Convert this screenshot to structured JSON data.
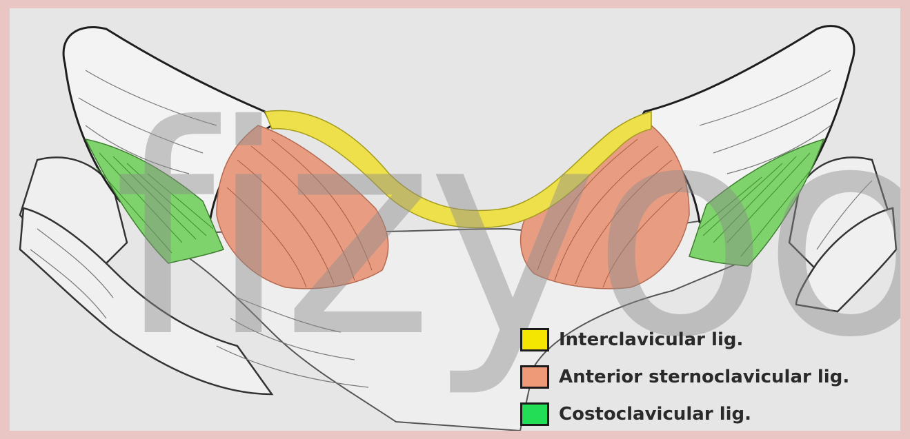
{
  "watermark": {
    "text": "fizyoo",
    "color": "#8c8c8c"
  },
  "colors": {
    "frame": "#e9c6c4",
    "background": "#e6e6e6",
    "bone": "#f1f1f1",
    "interclavicular": "#eee04a",
    "anterior_sternoclavicular": "#e89d82",
    "costoclavicular": "#7fd36c"
  },
  "legend": [
    {
      "label": "Interclavicular lig.",
      "color": "#f4e600"
    },
    {
      "label": "Anterior sternoclavicular lig.",
      "color": "#ee9a78"
    },
    {
      "label": "Costoclavicular lig.",
      "color": "#22dd55"
    }
  ]
}
